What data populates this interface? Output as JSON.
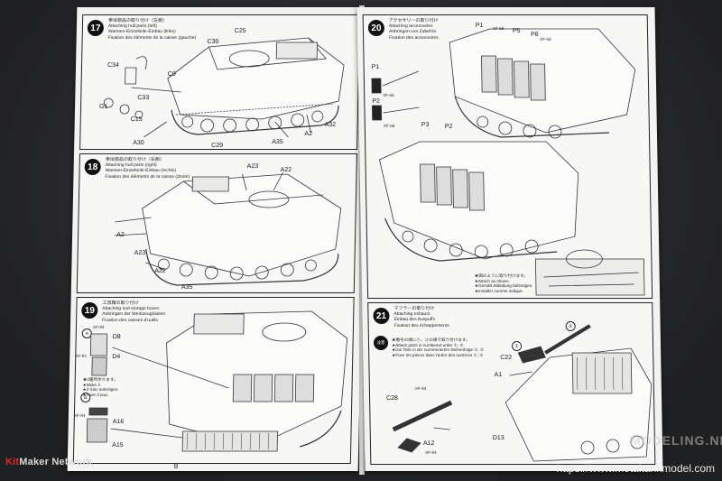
{
  "watermarks": {
    "left_brand_red": "Kit",
    "left_brand_rest": "Maker Network",
    "right_url": "https://www.metaltankmodel.com",
    "center_faint": "MODELING.NET"
  },
  "page_number": "8",
  "step17": {
    "number": "17",
    "lines": [
      "車体部品の取り付け（左側）",
      "Attaching hull parts (left)",
      "Wannen-Einzelteile-Einbau (links)",
      "Fixation des éléments de la caisse (gauche)"
    ],
    "labels": [
      "C25",
      "C30",
      "C34",
      "C33",
      "G1",
      "C15",
      "A30",
      "C29",
      "A35",
      "A2",
      "C9",
      "A32"
    ]
  },
  "step18": {
    "number": "18",
    "lines": [
      "車体部品の取り付け（右側）",
      "Attaching hull parts (right)",
      "Wannen-Einzelteile-Einbau (rechts)",
      "Fixation des éléments de la caisse (droite)"
    ],
    "labels": [
      "A23",
      "A22",
      "A2",
      "A23",
      "A22",
      "A35"
    ]
  },
  "step19": {
    "number": "19",
    "lines": [
      "工具箱の取り付け",
      "Attaching tool storage boxes",
      "Anbringen der Werkzeugkästen",
      "Fixation des caisses d'outils"
    ],
    "labels": [
      "D8",
      "D4",
      "A16",
      "A15",
      "XF-84",
      "XF-84",
      "XF-84"
    ],
    "note_lines": [
      "★3箇所作ります。",
      "★Make 3.",
      "★3 Satz anfertigen.",
      "★Faire 3 jeux."
    ],
    "circle_a": "A",
    "circle_b": "B"
  },
  "step20": {
    "number": "20",
    "lines": [
      "アクセサリーの取り付け",
      "Attaching accessories",
      "Anbringen von Zubehör",
      "Fixation des accessoires"
    ],
    "labels": [
      "P1",
      "P5",
      "P6",
      "P1",
      "P2",
      "P3",
      "P2"
    ],
    "paint": [
      "XF-56",
      "XF-56",
      "XF-56",
      "XF-56"
    ],
    "note_lines": [
      "★図のように取り付けます。",
      "★Attach as shown.",
      "★Gemäß Abbildung befestigen.",
      "★Installer comme indiqué."
    ]
  },
  "step21": {
    "number": "21",
    "lines": [
      "マフラーの取り付け",
      "Attaching exhaust",
      "Einbau des Auspuffs",
      "Fixation des échappements"
    ],
    "labels": [
      "C22",
      "A1",
      "C28",
      "A12",
      "D13",
      "XF-84",
      "XF-84"
    ],
    "badge": "注意",
    "note_lines": [
      "★番号の順に①、②の順で取り付けます。",
      "★Attach parts in numbered order ①, ②.",
      "★Die Teile in der nummerierten Reihenfolge ①, ②",
      "★Fixer les pièces dans l'ordre des numéros ①, ②."
    ],
    "callouts": [
      "①",
      "②"
    ]
  }
}
